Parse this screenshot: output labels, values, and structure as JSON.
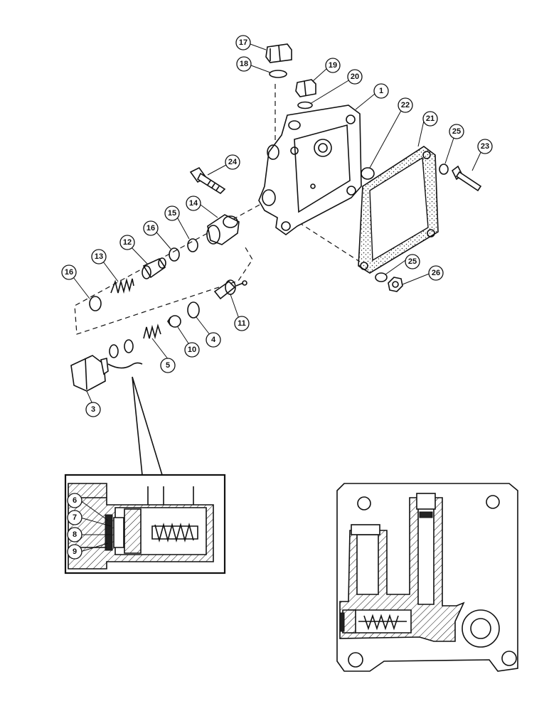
{
  "callouts": {
    "c1": "1",
    "c3": "3",
    "c4": "4",
    "c5": "5",
    "c6": "6",
    "c7": "7",
    "c8": "8",
    "c9": "9",
    "c10": "10",
    "c11": "11",
    "c12": "12",
    "c13": "13",
    "c14": "14",
    "c15": "15",
    "c16a": "16",
    "c16b": "16",
    "c17": "17",
    "c18": "18",
    "c19": "19",
    "c20": "20",
    "c21": "21",
    "c22": "22",
    "c23": "23",
    "c24": "24",
    "c25a": "25",
    "c25b": "25",
    "c26": "26"
  }
}
